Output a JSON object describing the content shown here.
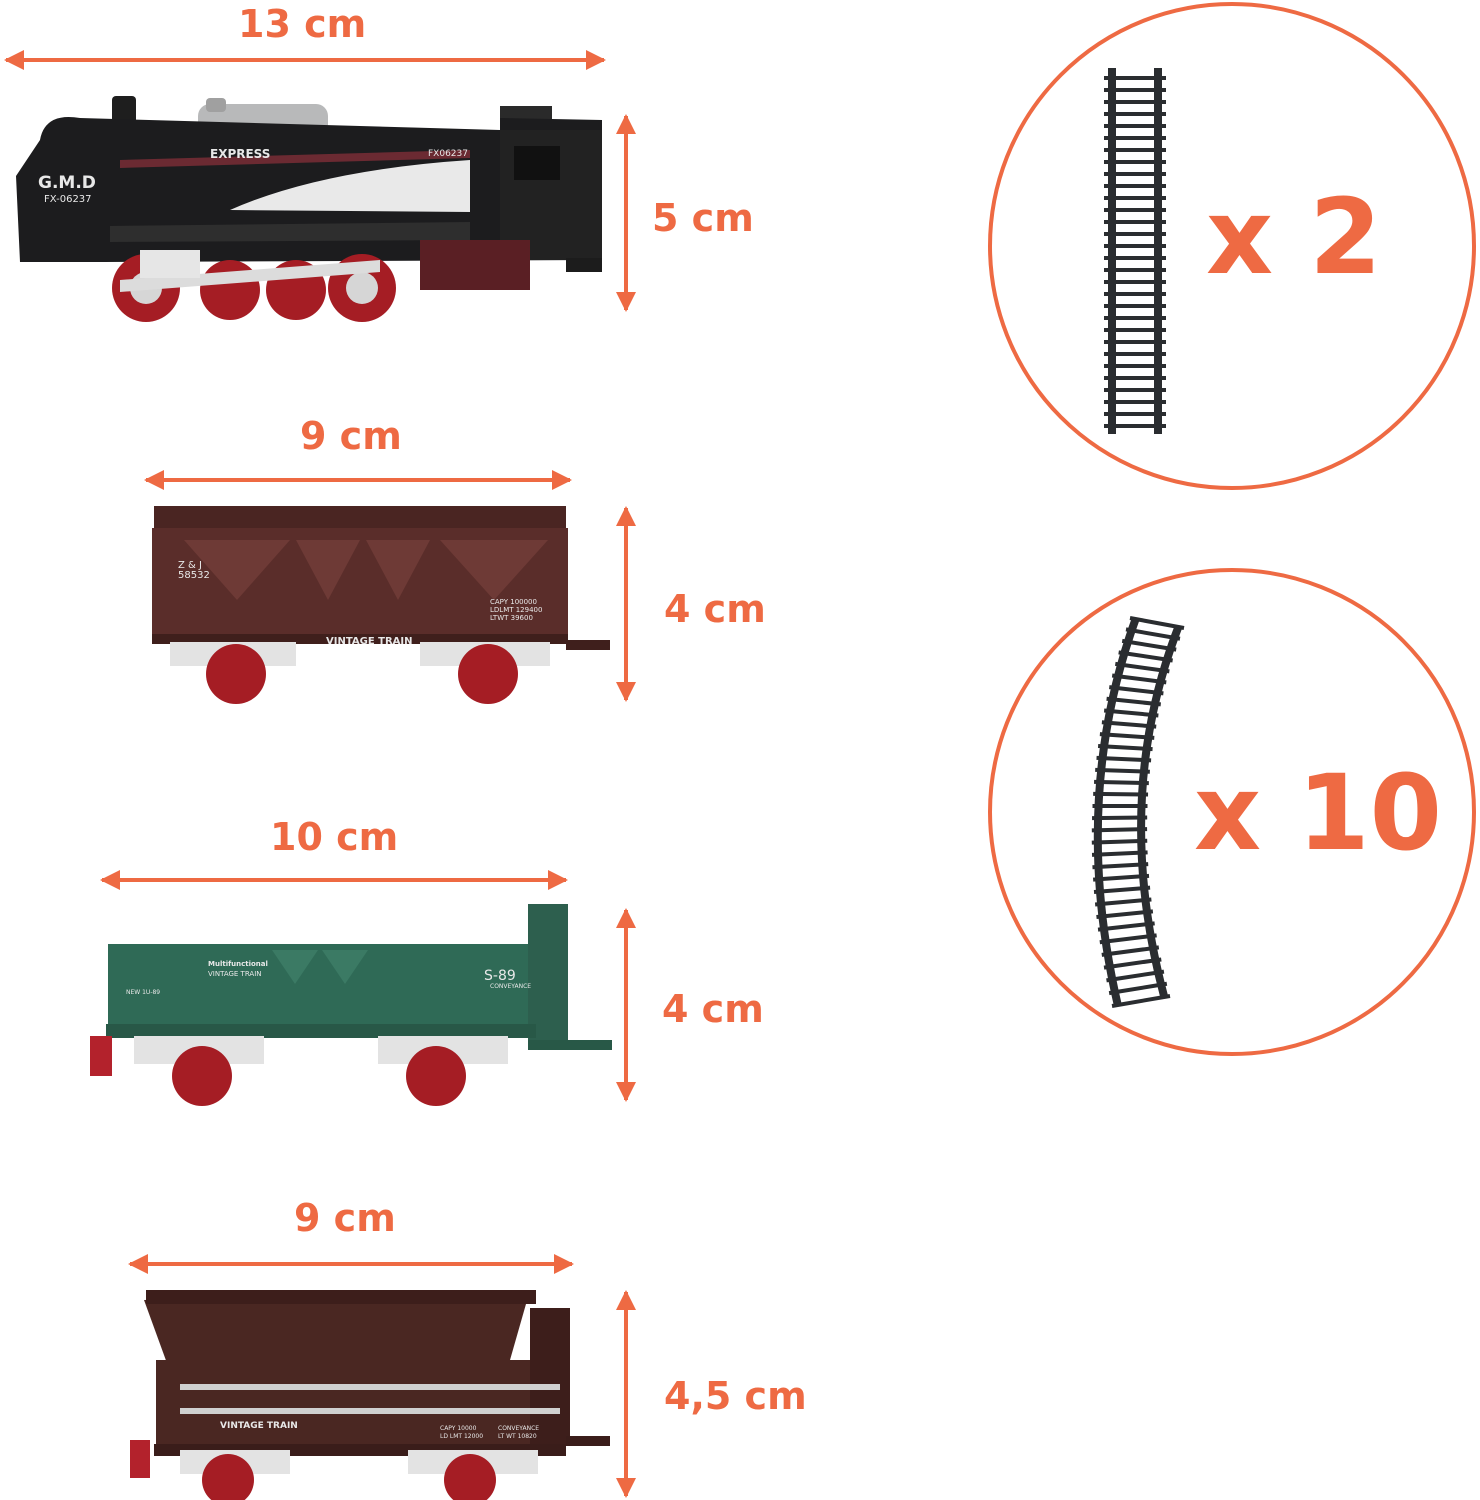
{
  "accent_color": "#ee6a43",
  "items": [
    {
      "name": "locomotive",
      "width_label": "13 cm",
      "height_label": "5 cm",
      "markings": {
        "brand": "G.M.D",
        "code": "FX-06237",
        "express": "EXPRESS",
        "number": "FX06237"
      }
    },
    {
      "name": "boxcar",
      "width_label": "9 cm",
      "height_label": "4 cm",
      "markings": {
        "code": "Z & J",
        "number": "58532",
        "vintage": "VINTAGE TRAIN",
        "capy": "CAPY   100000",
        "ldlmt": "LDLMT   129400",
        "ltwt": "LTWT   39600"
      }
    },
    {
      "name": "gondola",
      "width_label": "10 cm",
      "height_label": "4 cm",
      "markings": {
        "multi": "Multifunctional",
        "vintage": "VINTAGE TRAIN",
        "number": "S-89",
        "convey": "CONVEYANCE",
        "new": "NEW 1U-89"
      }
    },
    {
      "name": "hopper",
      "width_label": "9 cm",
      "height_label": "4,5 cm",
      "markings": {
        "vintage": "VINTAGE TRAIN",
        "capy": "CAPY  10000",
        "ldlmt": "LD LMT  12000",
        "convey": "CONVEYANCE",
        "ltwt": "LT WT  10820"
      }
    }
  ],
  "tracks": [
    {
      "type": "straight-track",
      "count_label": "x 2"
    },
    {
      "type": "curved-track",
      "count_label": "x 10"
    }
  ]
}
